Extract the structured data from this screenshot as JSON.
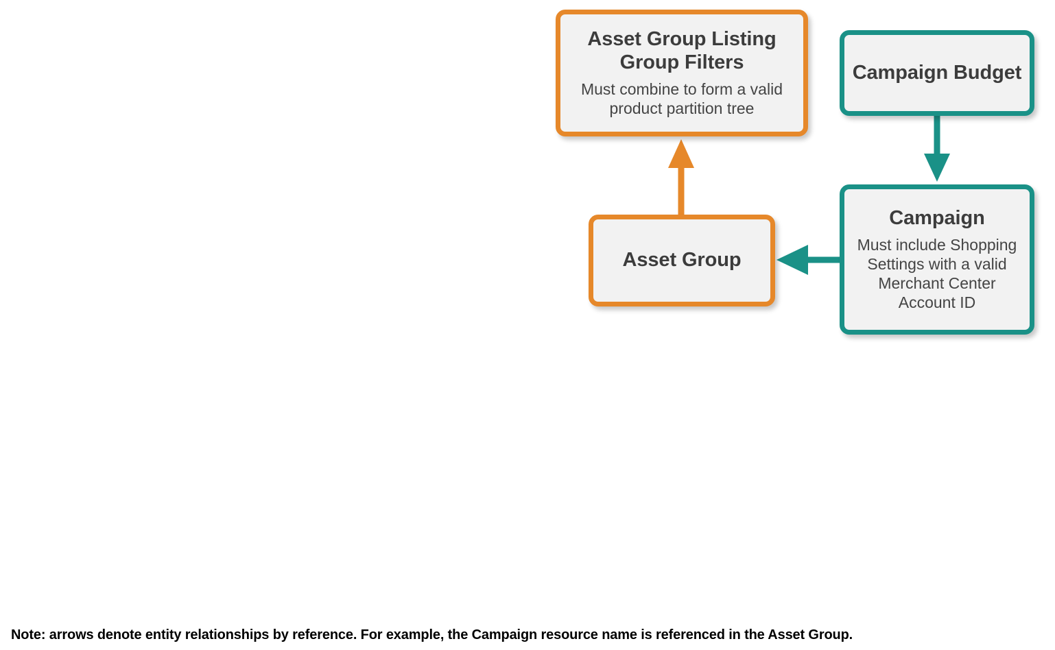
{
  "diagram": {
    "type": "entity-relationship",
    "background": "#ffffff",
    "colors": {
      "orange": "#e6882a",
      "teal": "#1a9187",
      "node_fill": "#f2f2f2",
      "title_text": "#3c3c3c",
      "subtitle_text": "#444444",
      "note_text": "#000000"
    },
    "nodes": [
      {
        "id": "asset-group-listing-group-filters",
        "title": "Asset Group Listing Group Filters",
        "subtitle": "Must combine to form a valid product partition tree",
        "accent": "#e6882a"
      },
      {
        "id": "campaign-budget",
        "title": "Campaign Budget",
        "subtitle": "",
        "accent": "#1a9187"
      },
      {
        "id": "asset-group",
        "title": "Asset Group",
        "subtitle": "",
        "accent": "#e6882a"
      },
      {
        "id": "campaign",
        "title": "Campaign",
        "subtitle": "Must include Shopping Settings with a valid Merchant Center Account ID",
        "accent": "#1a9187"
      }
    ],
    "edges": [
      {
        "id": "asset-group-to-listing-group-filters",
        "from": "asset-group",
        "to": "asset-group-listing-group-filters",
        "direction": "up",
        "color": "#e6882a"
      },
      {
        "id": "campaign-budget-to-campaign",
        "from": "campaign-budget",
        "to": "campaign",
        "direction": "down",
        "color": "#1a9187"
      },
      {
        "id": "campaign-to-asset-group",
        "from": "campaign",
        "to": "asset-group",
        "direction": "left",
        "color": "#1a9187"
      }
    ]
  },
  "note": {
    "text": "Note: arrows denote entity relationships by reference. For example, the Campaign resource name is referenced in the Asset Group."
  }
}
